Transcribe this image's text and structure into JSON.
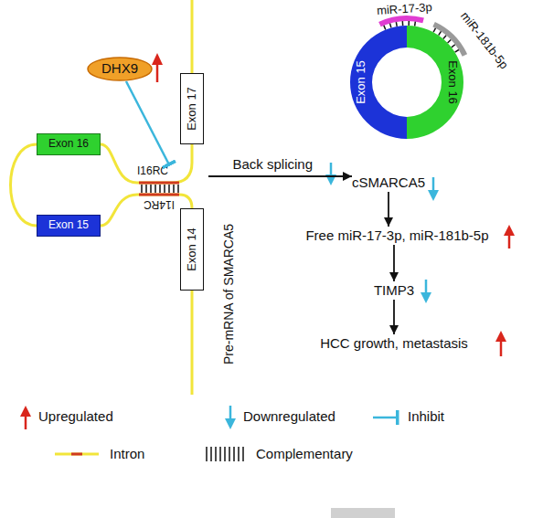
{
  "diagram": {
    "nodes": [
      {
        "text": [
          "DHX9"
        ]
      },
      {
        "text": [
          "Exon 17"
        ]
      },
      {
        "text": [
          "Exon 16"
        ]
      },
      {
        "text": [
          "I16RC"
        ]
      },
      {
        "text": [
          "I14RC"
        ]
      },
      {
        "text": [
          "Exon 15"
        ]
      },
      {
        "text": [
          "Exon 14"
        ]
      },
      {
        "text": [
          "Exon 15",
          "Exon 16"
        ]
      },
      {
        "text": [
          "cSMARCA5"
        ]
      },
      {
        "text": [
          "Free miR-17-3p, miR-181b-5p"
        ]
      },
      {
        "text": [
          "TIMP3"
        ]
      },
      {
        "text": [
          "HCC growth, metastasis"
        ]
      }
    ],
    "edges": [
      {
        "from": 0,
        "to": 3,
        "arrow": "to"
      },
      {
        "from": 3,
        "to": 8,
        "label": "Back splicing",
        "arrow": "to"
      },
      {
        "from": 8,
        "to": 9,
        "arrow": "to"
      },
      {
        "from": 9,
        "to": 10,
        "arrow": "to"
      },
      {
        "from": 10,
        "to": 11,
        "arrow": "to"
      }
    ],
    "labels": [
      "Pre-mRNA of SMARCA5",
      "miR-17-3p",
      "miR-181b-5p"
    ],
    "legend": [
      {
        "text": "Upregulated"
      },
      {
        "text": "Downregulated"
      },
      {
        "text": "Inhibit"
      },
      {
        "text": "Intron"
      },
      {
        "text": "Complementary"
      }
    ]
  }
}
